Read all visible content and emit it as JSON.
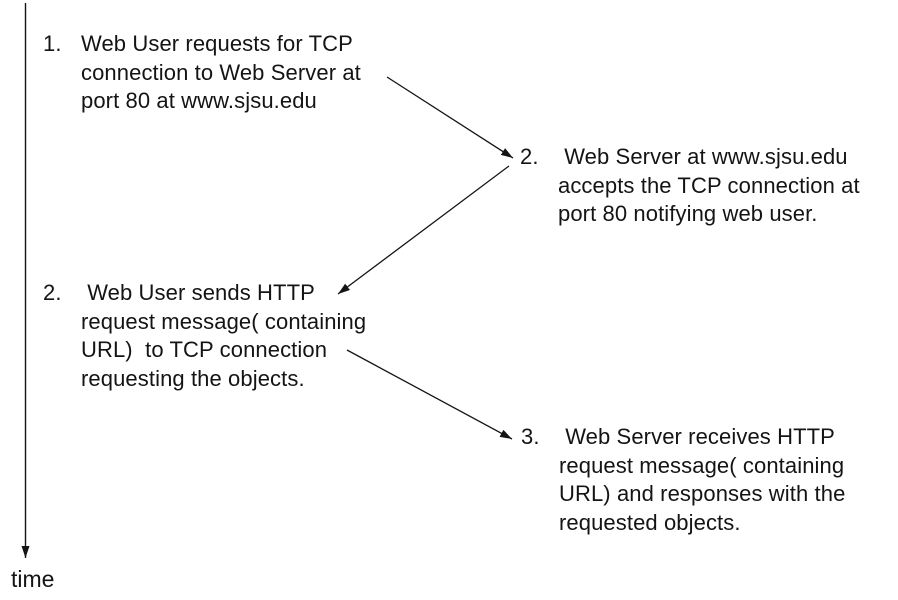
{
  "diagram": {
    "time_label": "time",
    "events": [
      {
        "number": "1.",
        "text": "Web User requests for TCP\nconnection to Web Server at\nport 80 at www.sjsu.edu"
      },
      {
        "number": "2.",
        "text": " Web Server at www.sjsu.edu\naccepts the TCP connection at\nport 80 notifying web user."
      },
      {
        "number": "2.",
        "text": " Web User sends HTTP\nrequest message( containing\nURL)  to TCP connection\nrequesting the objects."
      },
      {
        "number": "3.",
        "text": " Web Server receives HTTP\nrequest message( containing\nURL) and responses with the\nrequested objects."
      }
    ],
    "colors": {
      "ink": "#141414",
      "background": "#ffffff"
    }
  }
}
